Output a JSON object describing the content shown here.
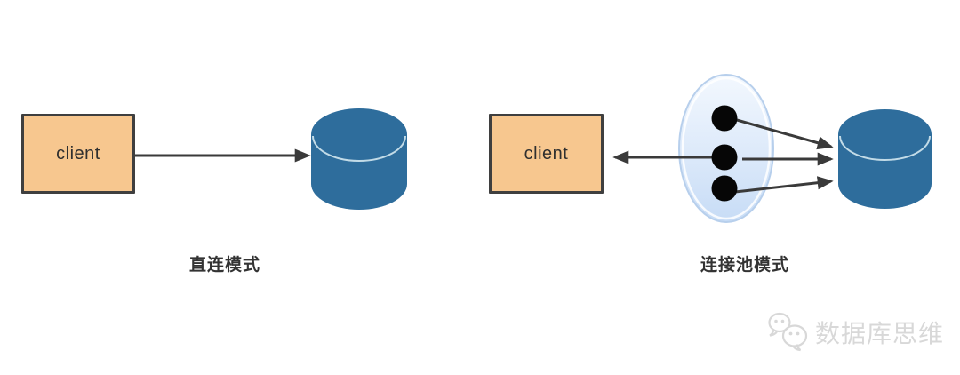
{
  "direct_mode": {
    "client_label": "client",
    "caption": "直连模式",
    "database_icon": "database-cylinder-icon"
  },
  "pool_mode": {
    "client_label": "client",
    "caption": "连接池模式",
    "pool_connection_count": 3,
    "database_icon": "database-cylinder-icon"
  },
  "watermark": {
    "icon": "wechat-icon",
    "text": "数据库思维"
  },
  "colors": {
    "background": "#FFFFFF",
    "client_fill": "#F7C78F",
    "client_border": "#3F3F3F",
    "database_fill": "#2E6D9C",
    "database_highlight": "#DCEFF5",
    "arrow": "#3A3A3A",
    "pool_fill_top": "#F3F8FE",
    "pool_fill_bottom": "#C7DCF6",
    "pool_border": "#B7CFEC",
    "pool_dot": "#060606",
    "caption_text": "#333333",
    "watermark_text": "#D8D8D8"
  }
}
